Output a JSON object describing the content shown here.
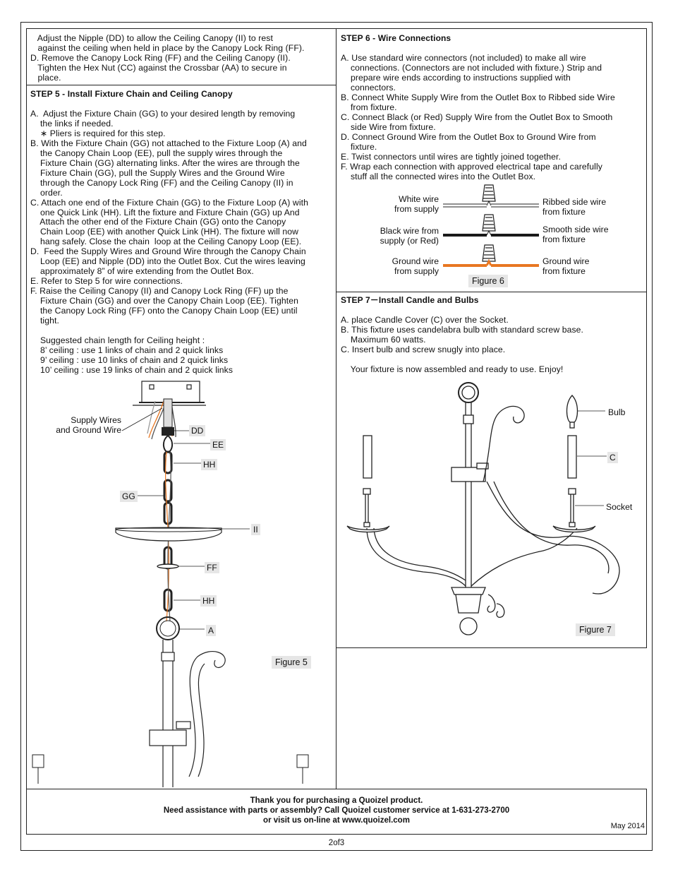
{
  "left_top": {
    "lines": [
      "   Adjust the Nipple (DD) to allow the Ceiling Canopy (II) to rest",
      "   against the ceiling when held in place by the Canopy Lock Ring (FF).",
      "D. Remove the Canopy Lock Ring (FF) and the Ceiling Canopy (II).",
      "   Tighten the Hex Nut (CC) against the Crossbar (AA) to secure in",
      "   place."
    ]
  },
  "step5": {
    "heading": "STEP 5 - Install Fixture Chain and Ceiling Canopy",
    "lines": [
      "A.  Adjust the Fixture Chain (GG) to your desired length by removing",
      "    the links if needed.",
      "    ∗ Pliers is required for this step.",
      "B. With the Fixture Chain (GG) not attached to the Fixture Loop (A) and",
      "    the Canopy Chain Loop (EE), pull the supply wires through the",
      "    Fixture Chain (GG) alternating links. After the wires are through the",
      "    Fixture Chain (GG), pull the Supply Wires and the Ground Wire",
      "    through the Canopy Lock Ring (FF) and the Ceiling Canopy (II) in",
      "    order.",
      "C. Attach one end of the Fixture Chain (GG) to the Fixture Loop (A) with",
      "    one Quick Link (HH). Lift the fixture and Fixture Chain (GG) up And",
      "    Attach the other end of the Fixture Chain (GG) onto the Canopy",
      "    Chain Loop (EE) with another Quick Link (HH). The fixture will now",
      "    hang safely. Close the chain  loop at the Ceiling Canopy Loop (EE).",
      "D.  Feed the Supply Wires and Ground Wire through the Canopy Chain",
      "    Loop (EE) and Nipple (DD) into the Outlet Box. Cut the wires leaving",
      "    approximately 8” of wire extending from the Outlet Box.",
      "E. Refer to Step 5 for wire connections.",
      "F. Raise the Ceiling Canopy (II) and Canopy Lock Ring (FF) up the",
      "    Fixture Chain (GG) and over the Canopy Chain Loop (EE). Tighten",
      "    the Canopy Lock Ring (FF) onto the Canopy Chain Loop (EE) until",
      "    tight.",
      "",
      "    Suggested chain length for Ceiling height :",
      "    8’ ceiling : use 1 links of chain and 2 quick links",
      "    9’ ceiling : use 10 links of chain and 2 quick links",
      "    10’ ceiling : use 19 links of chain and 2 quick links"
    ]
  },
  "figure5": {
    "label": "Figure 5",
    "supply_label": "Supply Wires\nand Ground Wire",
    "parts": [
      "DD",
      "EE",
      "HH",
      "GG",
      "II",
      "FF",
      "HH",
      "A"
    ]
  },
  "step6": {
    "heading": "STEP 6 - Wire Connections",
    "lines": [
      "A. Use standard wire connectors (not included) to make all wire",
      "    connections. (Connectors are not included with fixture.) Strip and",
      "    prepare wire ends according to instructions supplied with",
      "    connectors.",
      "B. Connect White Supply Wire from the Outlet Box to Ribbed side Wire",
      "    from fixture.",
      "C. Connect Black (or Red) Supply Wire from the Outlet Box to Smooth",
      "    side Wire from fixture.",
      "D. Connect Ground Wire from the Outlet Box to Ground Wire from",
      "    fixture.",
      "E. Twist connectors until wires are tightly joined together.",
      "F. Wrap each connection with approved electrical tape and carefully",
      "    stuff all the connected wires into the Outlet Box."
    ]
  },
  "figure6": {
    "label": "Figure 6",
    "white_left": "White wire\nfrom supply",
    "white_right": "Ribbed side wire\nfrom fixture",
    "black_left": "Black wire from\nsupply (or Red)",
    "black_right": "Smooth side wire\nfrom fixture",
    "ground_left": "Ground wire\nfrom supply",
    "ground_right": "Ground wire\nfrom fixture",
    "colors": {
      "white": "#ffffff",
      "black": "#1a1a1a",
      "ground": "#e87722"
    }
  },
  "step7": {
    "heading": "STEP 7－Install Candle and Bulbs",
    "lines": [
      "A. place Candle Cover (C) over the Socket.",
      "B. This fixture uses candelabra bulb with standard screw base.",
      "    Maximum 60 watts.",
      "C. Insert bulb and screw snugly into place.",
      "",
      "    Your fixture is now assembled and ready to use. Enjoy!"
    ]
  },
  "figure7": {
    "label": "Figure 7",
    "bulb": "Bulb",
    "c": "C",
    "socket": "Socket"
  },
  "footer": {
    "line1": "Thank you for purchasing a Quoizel product.",
    "line2": "Need assistance with parts or assembly? Call Quoizel customer service at 1-631-273-2700",
    "line3": "or visit us on-line at www.quoizel.com",
    "date": "May 2014"
  },
  "page_number": "2of3"
}
